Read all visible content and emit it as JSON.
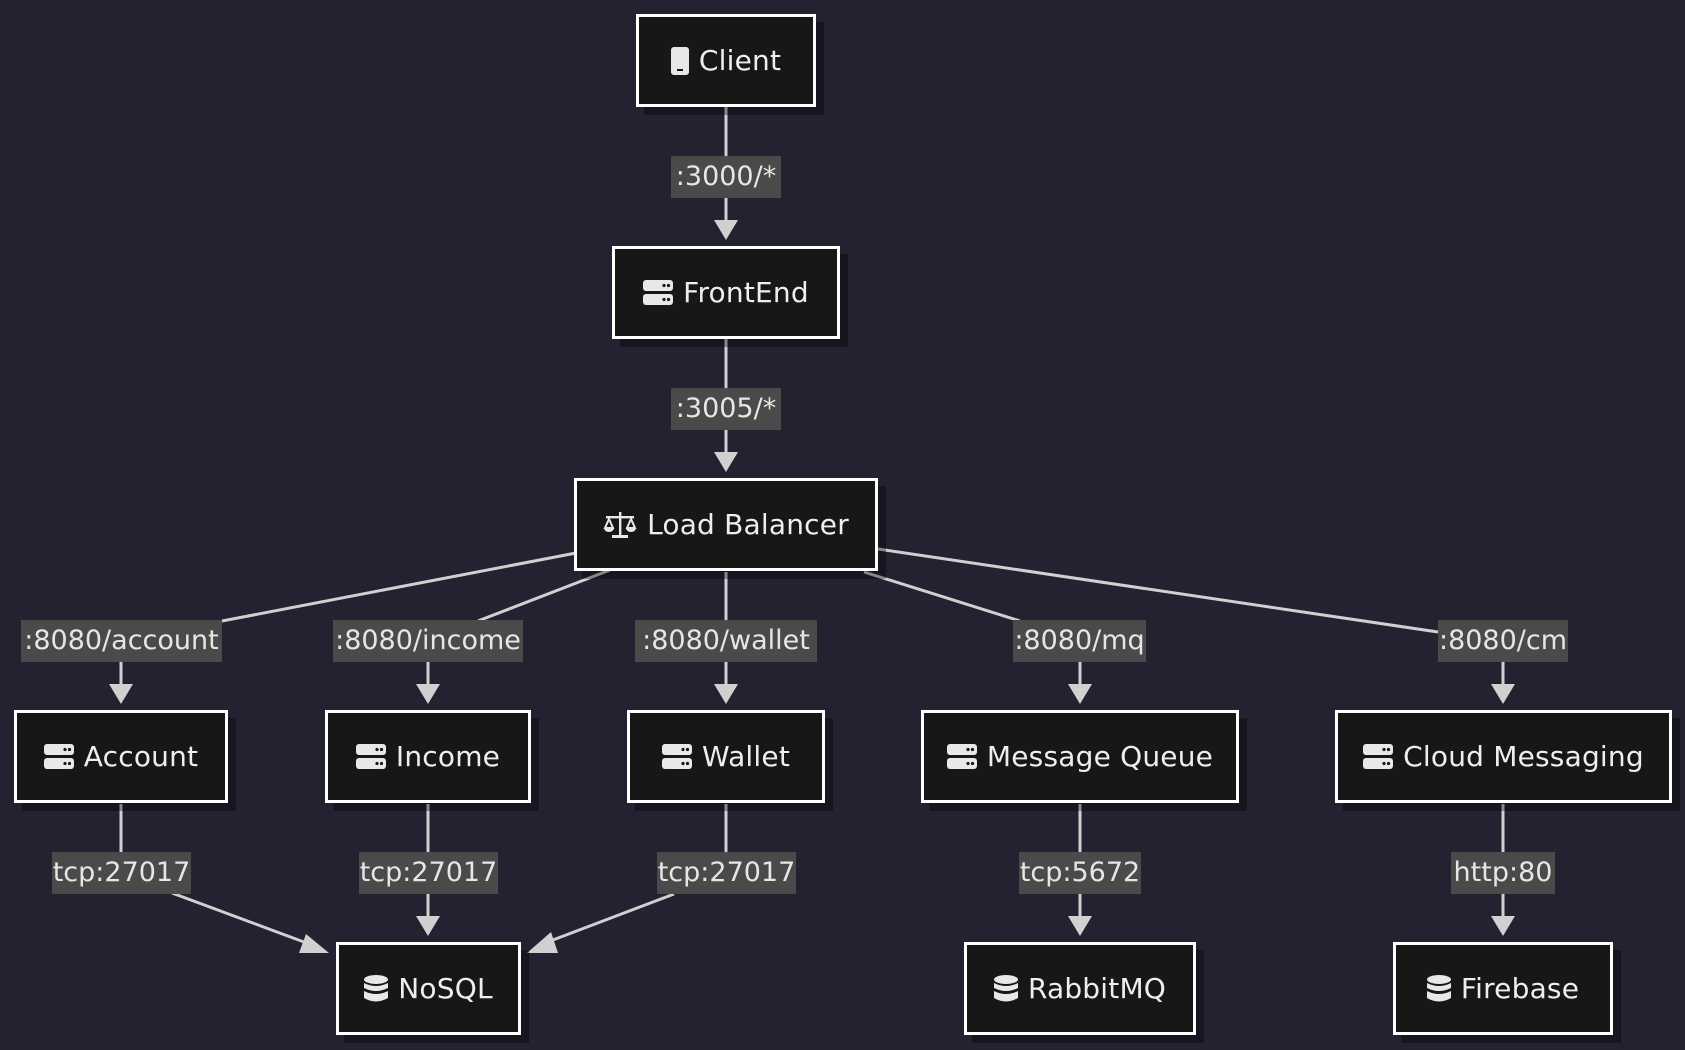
{
  "colors": {
    "background": "#242131",
    "node_fill": "#171717",
    "node_border": "#ffffff",
    "edge": "#d0d0d0",
    "label_bg": "#4a4a4a",
    "text": "#eeeeee"
  },
  "nodes": {
    "client": {
      "label": "Client",
      "icon": "mobile-phone-icon"
    },
    "frontend": {
      "label": "FrontEnd",
      "icon": "server-icon"
    },
    "load_balancer": {
      "label": "Load Balancer",
      "icon": "balance-scale-icon"
    },
    "account": {
      "label": "Account",
      "icon": "server-icon"
    },
    "income": {
      "label": "Income",
      "icon": "server-icon"
    },
    "wallet": {
      "label": "Wallet",
      "icon": "server-icon"
    },
    "message_queue": {
      "label": "Message Queue",
      "icon": "server-icon"
    },
    "cloud_messaging": {
      "label": "Cloud Messaging",
      "icon": "server-icon"
    },
    "nosql": {
      "label": "NoSQL",
      "icon": "database-icon"
    },
    "rabbitmq": {
      "label": "RabbitMQ",
      "icon": "database-icon"
    },
    "firebase": {
      "label": "Firebase",
      "icon": "database-icon"
    }
  },
  "edges": {
    "client_frontend": {
      "from": "client",
      "to": "frontend",
      "label": ":3000/*"
    },
    "frontend_lb": {
      "from": "frontend",
      "to": "load_balancer",
      "label": ":3005/*"
    },
    "lb_account": {
      "from": "load_balancer",
      "to": "account",
      "label": ":8080/account"
    },
    "lb_income": {
      "from": "load_balancer",
      "to": "income",
      "label": ":8080/income"
    },
    "lb_wallet": {
      "from": "load_balancer",
      "to": "wallet",
      "label": ":8080/wallet"
    },
    "lb_mq": {
      "from": "load_balancer",
      "to": "message_queue",
      "label": ":8080/mq"
    },
    "lb_cm": {
      "from": "load_balancer",
      "to": "cloud_messaging",
      "label": ":8080/cm"
    },
    "account_nosql": {
      "from": "account",
      "to": "nosql",
      "label": "tcp:27017"
    },
    "income_nosql": {
      "from": "income",
      "to": "nosql",
      "label": "tcp:27017"
    },
    "wallet_nosql": {
      "from": "wallet",
      "to": "nosql",
      "label": "tcp:27017"
    },
    "mq_rabbitmq": {
      "from": "message_queue",
      "to": "rabbitmq",
      "label": "tcp:5672"
    },
    "cm_firebase": {
      "from": "cloud_messaging",
      "to": "firebase",
      "label": "http:80"
    }
  }
}
